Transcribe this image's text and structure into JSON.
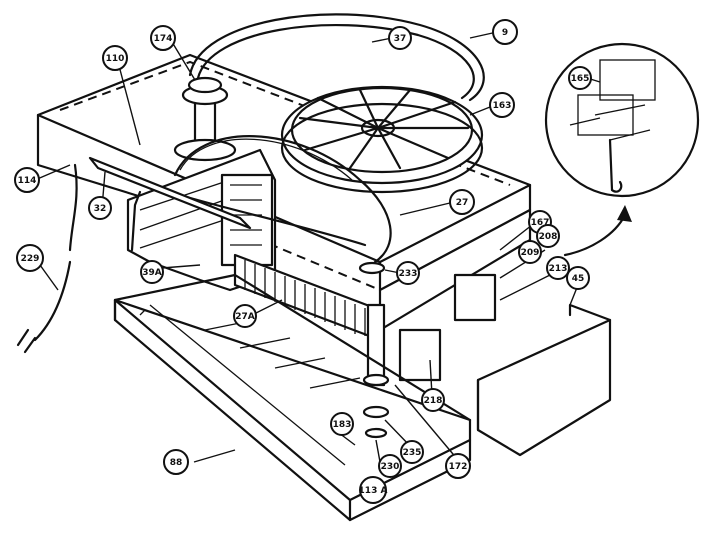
{
  "callouts": [
    {
      "label": "9"
    },
    {
      "label": "37"
    },
    {
      "label": "174"
    },
    {
      "label": "110"
    },
    {
      "label": "163"
    },
    {
      "label": "165"
    },
    {
      "label": "114"
    },
    {
      "label": "32"
    },
    {
      "label": "27"
    },
    {
      "label": "167"
    },
    {
      "label": "208"
    },
    {
      "label": "209"
    },
    {
      "label": "213"
    },
    {
      "label": "45"
    },
    {
      "label": "229"
    },
    {
      "label": "39A"
    },
    {
      "label": "233"
    },
    {
      "label": "27A"
    },
    {
      "label": "218"
    },
    {
      "label": "183"
    },
    {
      "label": "235"
    },
    {
      "label": "172"
    },
    {
      "label": "88"
    },
    {
      "label": "230"
    },
    {
      "label": "113 A"
    }
  ]
}
